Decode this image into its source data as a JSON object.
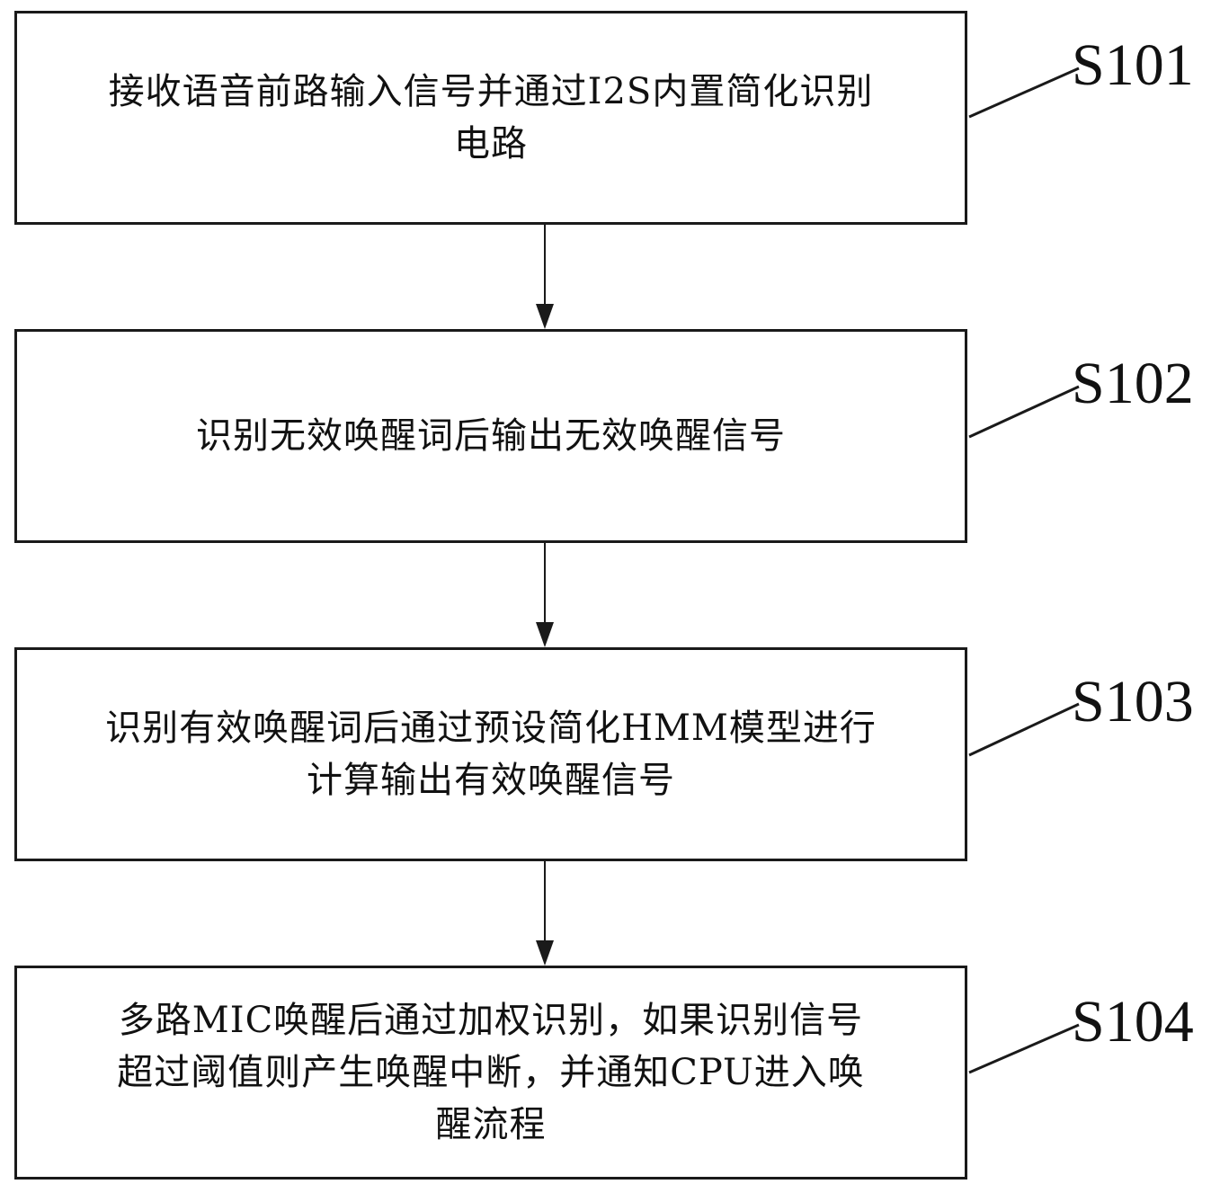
{
  "steps": [
    {
      "label": "S101",
      "text_lines": [
        "接收语音前路输入信号并通过I2S内置简化识别",
        "电路"
      ]
    },
    {
      "label": "S102",
      "text_lines": [
        "识别无效唤醒词后输出无效唤醒信号"
      ]
    },
    {
      "label": "S103",
      "text_lines": [
        "识别有效唤醒词后通过预设简化HMM模型进行",
        "计算输出有效唤醒信号"
      ]
    },
    {
      "label": "S104",
      "text_lines": [
        "多路MIC唤醒后通过加权识别，如果识别信号",
        "超过阈值则产生唤醒中断，并通知CPU进入唤",
        "醒流程"
      ]
    }
  ]
}
